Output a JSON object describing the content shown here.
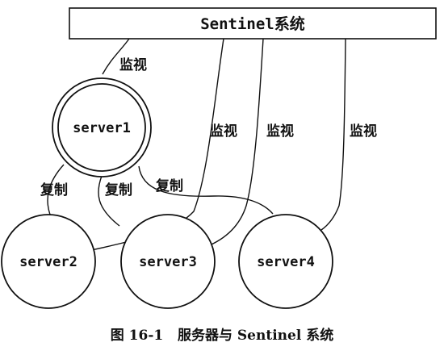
{
  "sentinel": {
    "label": "Sentinel系统"
  },
  "servers": {
    "server1": "server1",
    "server2": "server2",
    "server3": "server3",
    "server4": "server4"
  },
  "edge_labels": {
    "monitor_1": "监视",
    "monitor_2": "监视",
    "monitor_3": "监视",
    "monitor_4": "监视",
    "replicate_1": "复制",
    "replicate_2": "复制",
    "replicate_3": "复制"
  },
  "caption": {
    "text": "图 16-1   服务器与 Sentinel 系统"
  },
  "colors": {
    "stroke": "#111111",
    "fill": "#ffffff",
    "text": "#111111"
  }
}
